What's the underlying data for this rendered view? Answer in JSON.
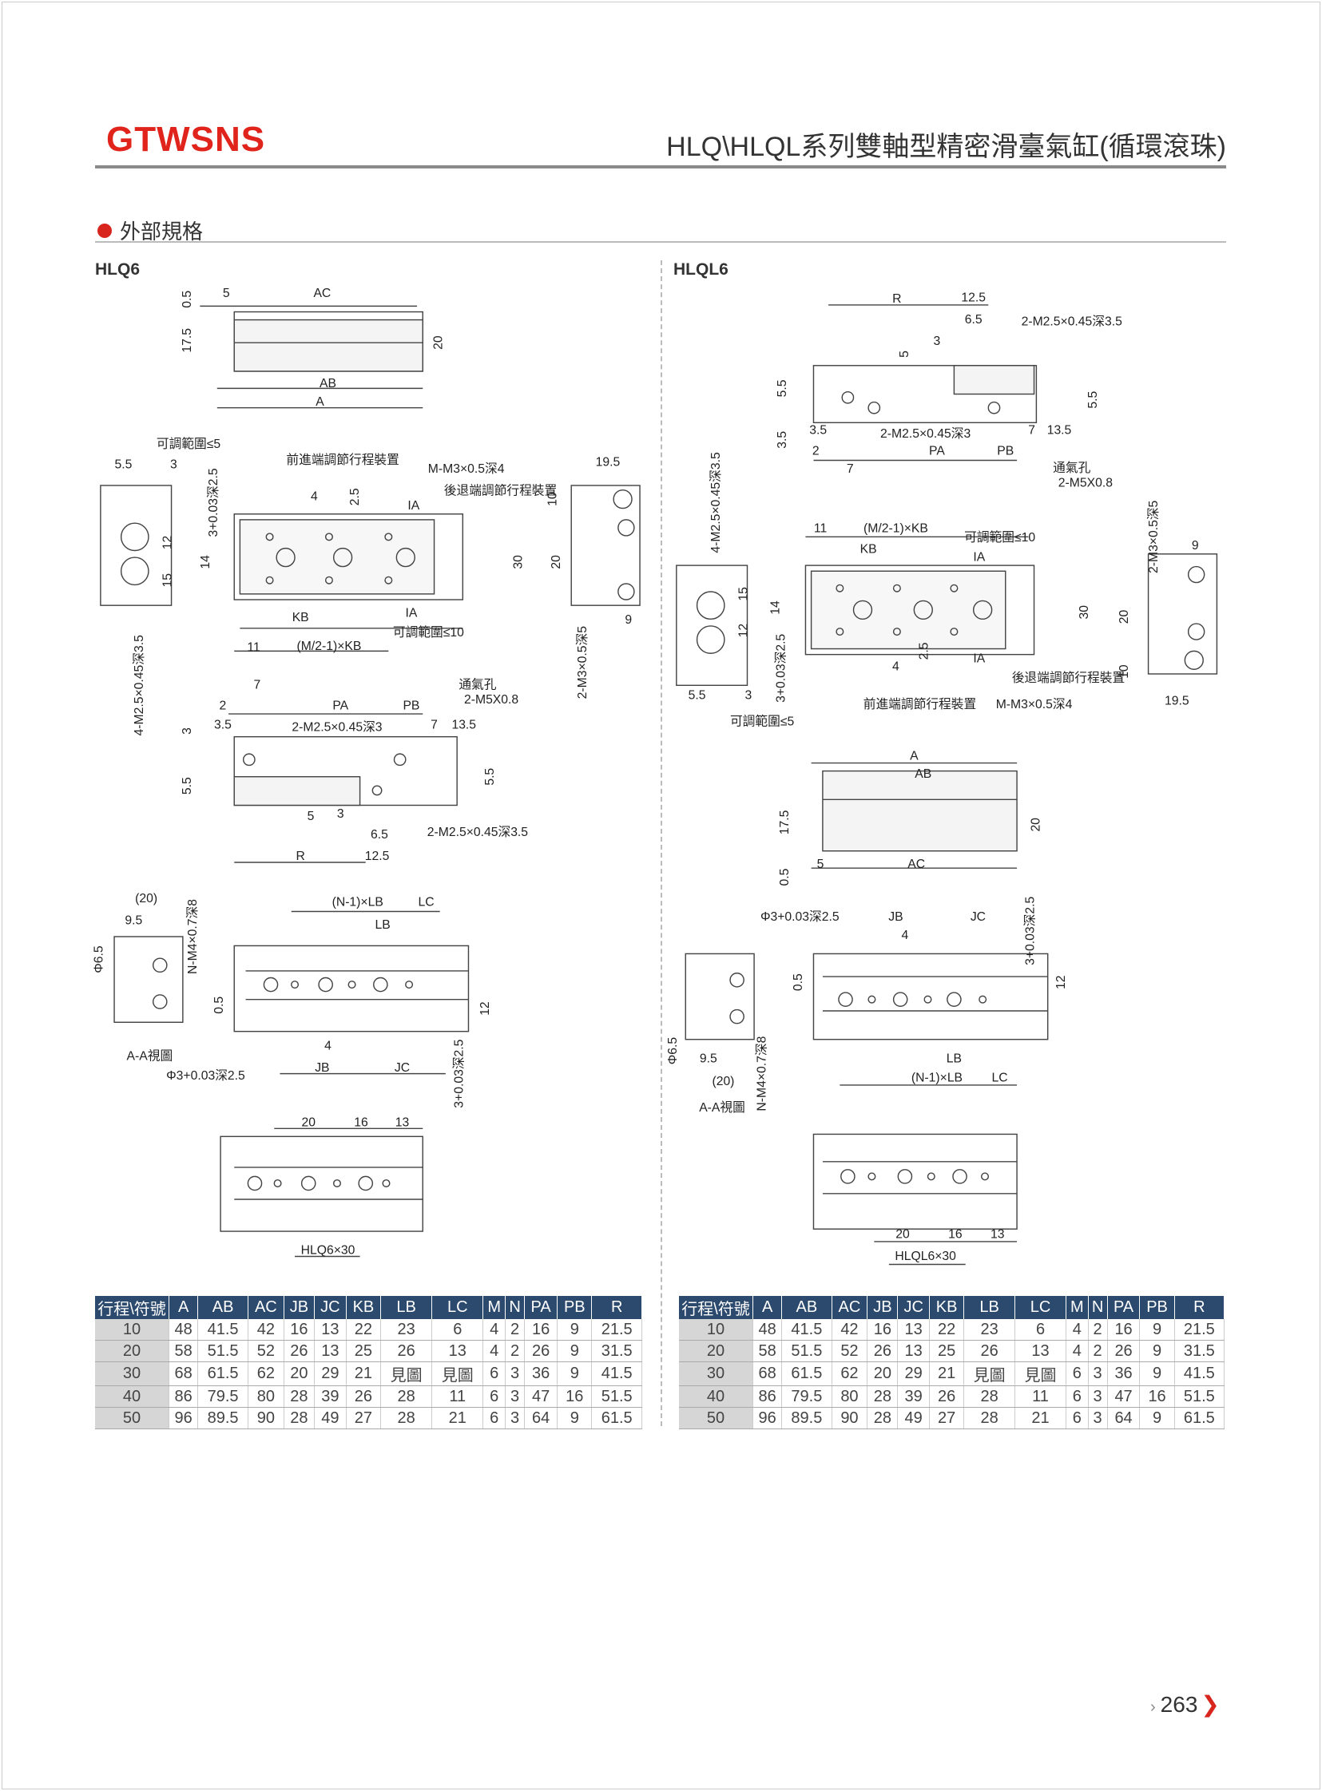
{
  "header": {
    "brand": "GTWSNS",
    "title": "HLQ\\HLQL系列雙軸型精密滑臺氣缸(循環滾珠)"
  },
  "section": {
    "title": "外部規格"
  },
  "colors": {
    "brand": "#e0241c",
    "table_header": "#2c4a6e"
  },
  "left": {
    "model": "HLQ6",
    "labels": [
      "0.5",
      "5",
      "AC",
      "17.5",
      "20",
      "AB",
      "A",
      "可調範圍≤5",
      "5.5",
      "3",
      "前進端調節行程裝置",
      "M-M3×0.5深4",
      "後退端調節行程裝置",
      "19.5",
      "3+0.03深2.5",
      "4",
      "2.5",
      "IA",
      "10",
      "12",
      "14",
      "15",
      "20",
      "30",
      "IA",
      "KB",
      "可調範圍≤10",
      "(M/2-1)×KB",
      "11",
      "2-M3×0.5深5",
      "9",
      "4-M2.5×0.45深3.5",
      "7",
      "通氣孔",
      "2-M5X0.8",
      "2",
      "PA",
      "PB",
      "3.5",
      "2-M2.5×0.45深3",
      "7",
      "13.5",
      "3",
      "5.5",
      "5.5",
      "5",
      "3",
      "6.5",
      "2-M2.5×0.45深3.5",
      "R",
      "12.5",
      "(20)",
      "9.5",
      "N-M4×0.7深8",
      "Φ6.5",
      "(N-1)×LB",
      "LB",
      "LC",
      "0.5",
      "12",
      "4",
      "JB",
      "JC",
      "A-A視圖",
      "Φ3+0.03深2.5",
      "3+0.03深2.5",
      "20",
      "16",
      "13",
      "HLQ6×30"
    ]
  },
  "right": {
    "model": "HLQL6",
    "labels": [
      "R",
      "12.5",
      "6.5",
      "2-M2.5×0.45深3.5",
      "3",
      "5",
      "5.5",
      "5.5",
      "3.5",
      "3.5",
      "2-M2.5×0.45深3",
      "7",
      "13.5",
      "2",
      "7",
      "PA",
      "PB",
      "通氣孔",
      "2-M5X0.8",
      "4-M2.5×0.45深3.5",
      "11",
      "(M/2-1)×KB",
      "可調範圍≤10",
      "KB",
      "IA",
      "2-M3×0.5深5",
      "9",
      "15",
      "14",
      "12",
      "30",
      "20",
      "10",
      "3+0.03深2.5",
      "2.5",
      "4",
      "IA",
      "後退端調節行程裝置",
      "前進端調節行程裝置",
      "M-M3×0.5深4",
      "5.5",
      "3",
      "可調範圍≤5",
      "19.5",
      "A",
      "AB",
      "17.5",
      "20",
      "0.5",
      "5",
      "AC",
      "Φ3+0.03深2.5",
      "JB",
      "JC",
      "4",
      "3+0.03深2.5",
      "0.5",
      "12",
      "Φ6.5",
      "9.5",
      "(20)",
      "N-M4×0.7深8",
      "A-A視圖",
      "LB",
      "(N-1)×LB",
      "LC",
      "20",
      "16",
      "13",
      "HLQL6×30"
    ]
  },
  "table": {
    "headers": [
      "行程\\符號",
      "A",
      "AB",
      "AC",
      "JB",
      "JC",
      "KB",
      "LB",
      "LC",
      "M",
      "N",
      "PA",
      "PB",
      "R"
    ],
    "rows": [
      [
        "10",
        "48",
        "41.5",
        "42",
        "16",
        "13",
        "22",
        "23",
        "6",
        "4",
        "2",
        "16",
        "9",
        "21.5"
      ],
      [
        "20",
        "58",
        "51.5",
        "52",
        "26",
        "13",
        "25",
        "26",
        "13",
        "4",
        "2",
        "26",
        "9",
        "31.5"
      ],
      [
        "30",
        "68",
        "61.5",
        "62",
        "20",
        "29",
        "21",
        "見圖",
        "見圖",
        "6",
        "3",
        "36",
        "9",
        "41.5"
      ],
      [
        "40",
        "86",
        "79.5",
        "80",
        "28",
        "39",
        "26",
        "28",
        "11",
        "6",
        "3",
        "47",
        "16",
        "51.5"
      ],
      [
        "50",
        "96",
        "89.5",
        "90",
        "28",
        "49",
        "27",
        "28",
        "21",
        "6",
        "3",
        "64",
        "9",
        "61.5"
      ]
    ]
  },
  "footer": {
    "page": "263"
  }
}
